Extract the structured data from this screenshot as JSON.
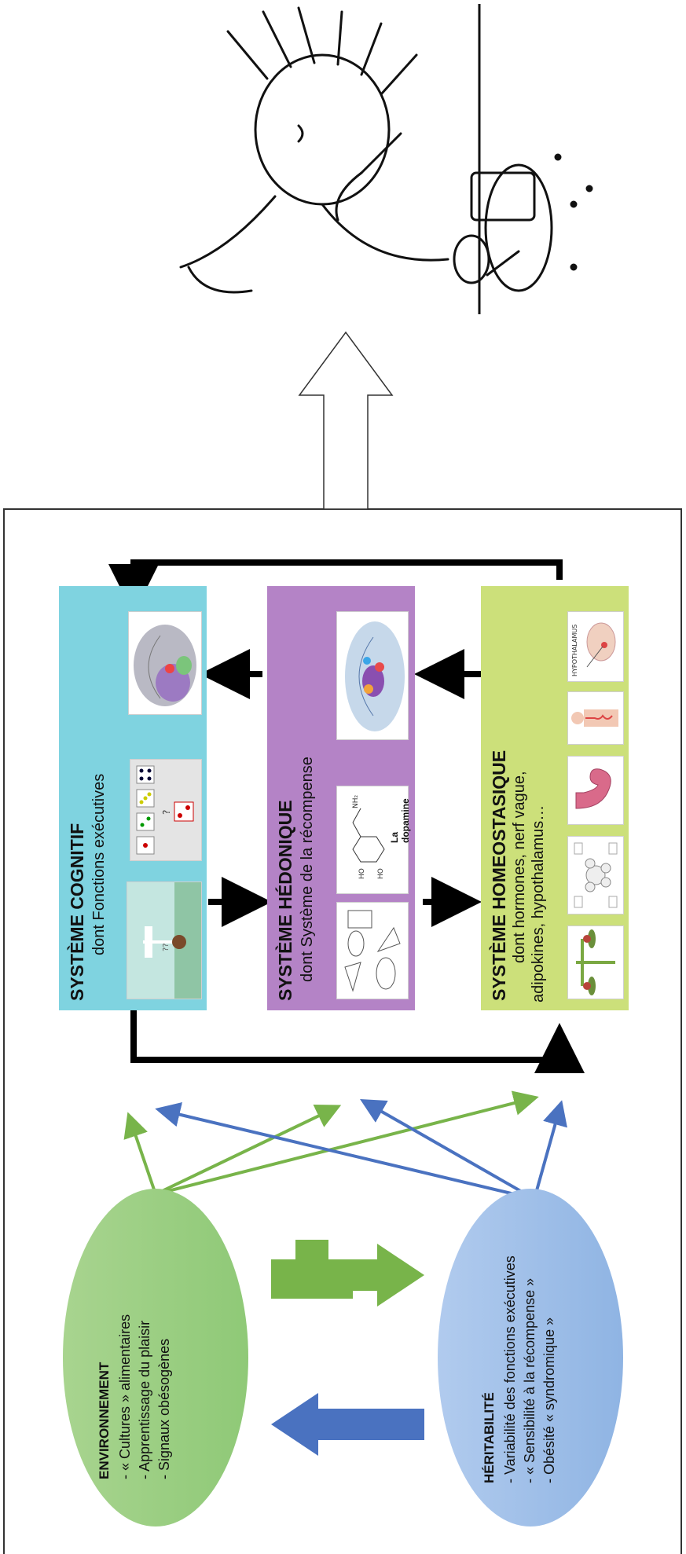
{
  "environment": {
    "title": "ENVIRONNEMENT",
    "items": [
      "- « Cultures » alimentaires",
      "- Apprentissage du plaisir",
      "- Signaux obésogènes"
    ],
    "color": "#8fc977"
  },
  "heritability": {
    "title": "HÉRITABILITÉ",
    "items": [
      "- Variabilité des fonctions exécutives",
      "- « Sensibilité à la récompense »",
      "- Obésité « syndromique »"
    ],
    "color": "#8fb4e3"
  },
  "systems": {
    "cognitive": {
      "title": "SYSTÈME COGNITIF",
      "subtitle": "dont Fonctions exécutives",
      "color": "#7fd3e0"
    },
    "hedonic": {
      "title": "SYSTÈME HÉDONIQUE",
      "subtitle": "dont Système de la récompense",
      "dopamine_label": "La dopamine",
      "color": "#b483c6"
    },
    "homeostatic": {
      "title": "SYSTÈME HOMEOSTASIQUE",
      "subtitle_line1": "dont hormones, nerf vague,",
      "subtitle_line2": "adipokines, hypothalamus…",
      "hypothalamus_label": "HYPOTHALAMUS",
      "color": "#cce07a"
    }
  },
  "arrow_colors": {
    "green": "#78b44a",
    "blue": "#4a72c0",
    "black": "#000000"
  },
  "icons": [
    "brain-scan-icon",
    "dice-test-icon",
    "crossroads-person-icon",
    "junk-food-icon",
    "dopamine-molecule-icon",
    "reward-brain-icon",
    "balance-scale-icon",
    "hormone-cells-icon",
    "stomach-icon",
    "digestive-system-icon",
    "hypothalamus-icon",
    "person-eating-illustration"
  ]
}
